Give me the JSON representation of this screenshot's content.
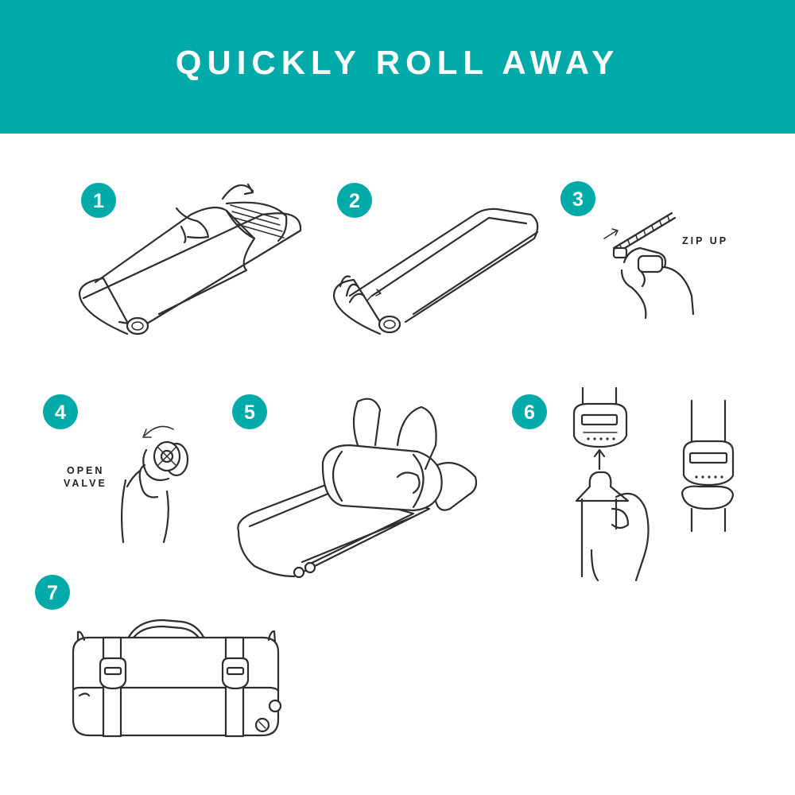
{
  "header": {
    "title": "QUICKLY ROLL AWAY",
    "background_color": "#00aaa8",
    "text_color": "#ffffff"
  },
  "steps": [
    {
      "number": "1",
      "illustration": "unzip-cover-icon"
    },
    {
      "number": "2",
      "illustration": "roll-pad-icon"
    },
    {
      "number": "3",
      "illustration": "zip-icon",
      "note": "ZIP UP"
    },
    {
      "number": "4",
      "illustration": "valve-icon",
      "note_lines": [
        "OPEN",
        "VALVE"
      ]
    },
    {
      "number": "5",
      "illustration": "press-roll-icon"
    },
    {
      "number": "6",
      "illustration": "buckle-icon"
    },
    {
      "number": "7",
      "illustration": "rolled-bundle-icon"
    }
  ],
  "colors": {
    "accent": "#00aaa8",
    "line": "#2e2e2e",
    "background": "#ffffff"
  }
}
